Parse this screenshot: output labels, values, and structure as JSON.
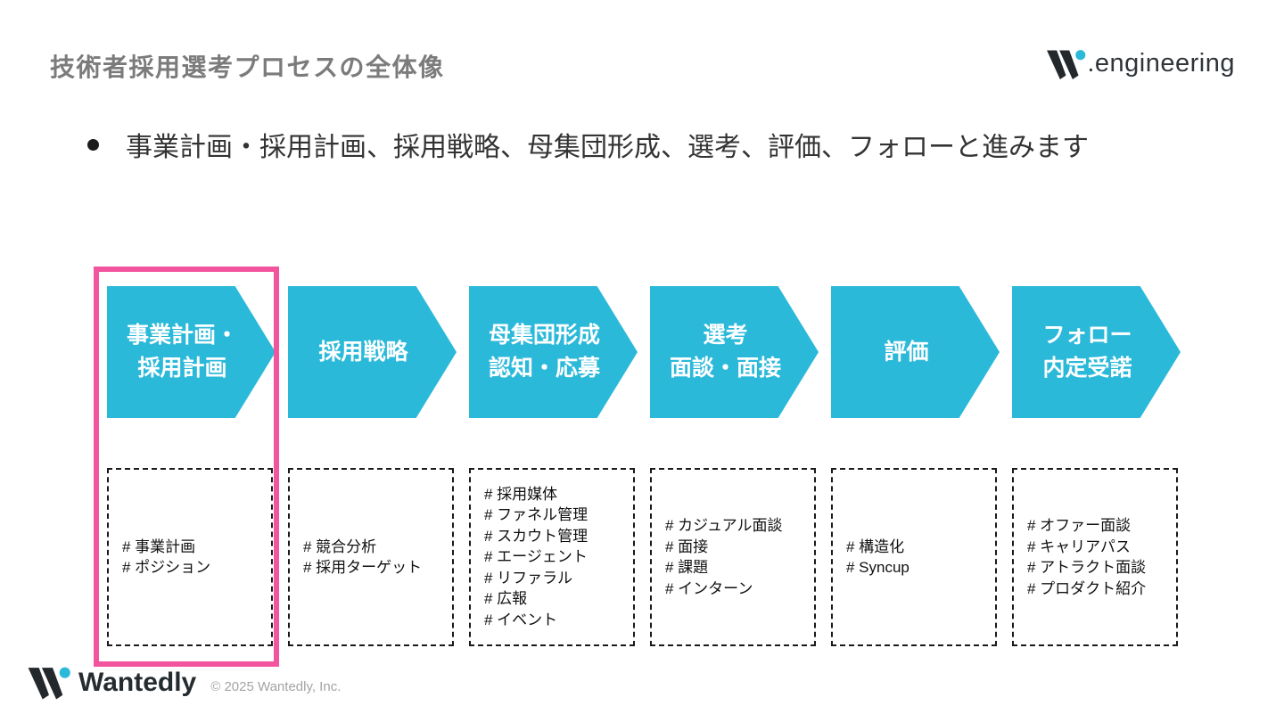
{
  "slide": {
    "title": "技術者採用選考プロセスの全体像",
    "bullet_text": "事業計画・採用計画、採用戦略、母集団形成、選考、評価、フォローと進みます",
    "brand": {
      "mark": "W",
      "suffix": ".engineering"
    },
    "footer": {
      "wordmark": "Wantedly",
      "copyright": "© 2025 Wantedly, Inc."
    },
    "colors": {
      "accent_cyan": "#2BB9DA",
      "highlight_pink": "#F2549E",
      "title_gray": "#7B7B7B",
      "body_text": "#333333",
      "tag_text": "#111111",
      "copyright_gray": "#A3A3A3"
    },
    "process_steps": [
      {
        "highlighted": true,
        "label_lines": [
          "事業計画・",
          "採用計画"
        ],
        "tags": [
          "# 事業計画",
          "# ポジション"
        ]
      },
      {
        "highlighted": false,
        "label_lines": [
          "採用戦略"
        ],
        "tags": [
          "# 競合分析",
          "# 採用ターゲット"
        ]
      },
      {
        "highlighted": false,
        "label_lines": [
          "母集団形成",
          "認知・応募"
        ],
        "tags": [
          "# 採用媒体",
          "# ファネル管理",
          "# スカウト管理",
          "# エージェント",
          "# リファラル",
          "# 広報",
          "# イベント"
        ]
      },
      {
        "highlighted": false,
        "label_lines": [
          "選考",
          "面談・面接"
        ],
        "tags": [
          "# カジュアル面談",
          "# 面接",
          "# 課題",
          "# インターン"
        ]
      },
      {
        "highlighted": false,
        "label_lines": [
          "評価"
        ],
        "tags": [
          "# 構造化",
          "# Syncup"
        ]
      },
      {
        "highlighted": false,
        "label_lines": [
          "フォロー",
          "内定受諾"
        ],
        "tags": [
          "# オファー面談",
          "# キャリアパス",
          "# アトラクト面談",
          "# プロダクト紹介"
        ]
      }
    ]
  }
}
